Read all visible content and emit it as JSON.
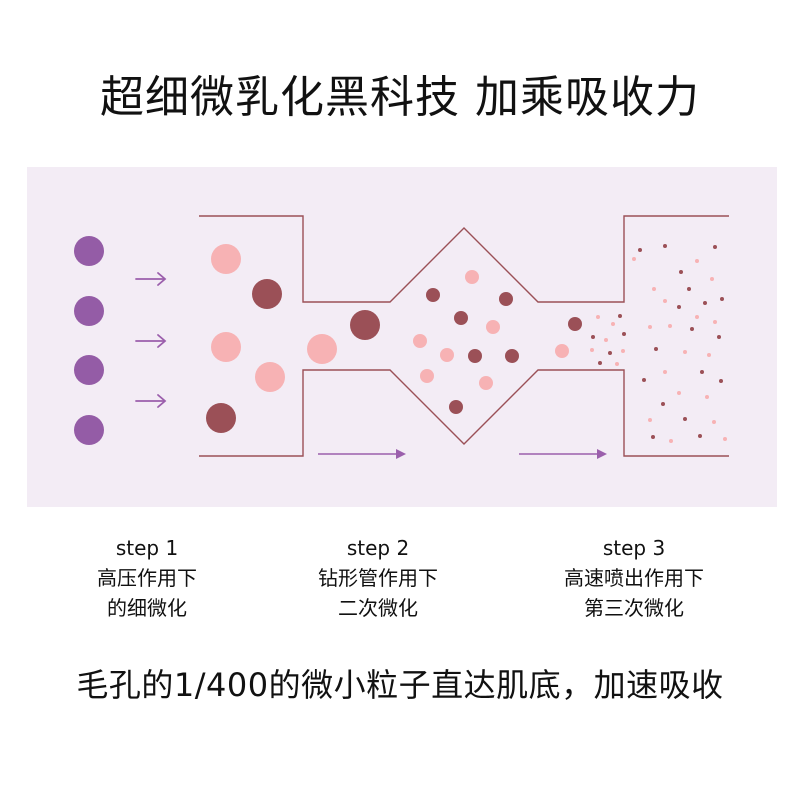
{
  "title": "超细微乳化黑科技 加乘吸收力",
  "colors": {
    "panel_bg": "#f3ecf5",
    "purple_particle": "#945ca6",
    "pink_particle": "#f7b2b4",
    "maroon_particle": "#9b5057",
    "arrow": "#9b5fac",
    "channel_line": "#9b5057"
  },
  "steps": [
    {
      "label": "step 1",
      "line1": "高压作用下",
      "line2": "的细微化"
    },
    {
      "label": "step 2",
      "line1": "钻形管作用下",
      "line2": "二次微化"
    },
    {
      "label": "step 3",
      "line1": "高速喷出作用下",
      "line2": "第三次微化"
    }
  ],
  "footer": "毛孔的1/400的微小粒子直达肌底，加速吸收"
}
